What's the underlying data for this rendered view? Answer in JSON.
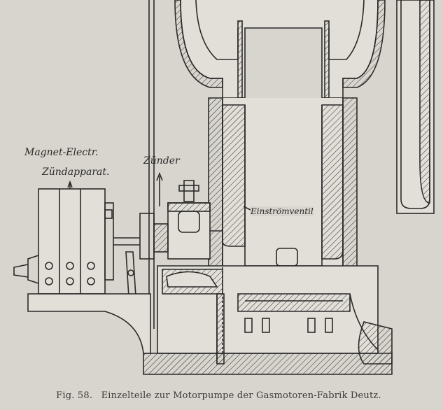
{
  "labels": {
    "magneto_line1": "Magnet-Electr.",
    "magneto_line2": "Zündapparat.",
    "igniter": "Zünder",
    "inlet_valve": "Einströmventil"
  },
  "caption": {
    "figure": "Fig. 58.",
    "text": "Einzelteile zur Motorpumpe der Gasmotoren-Fabrik Deutz."
  },
  "colors": {
    "paper": "#d8d5ce",
    "ink": "#2a2a2a"
  }
}
